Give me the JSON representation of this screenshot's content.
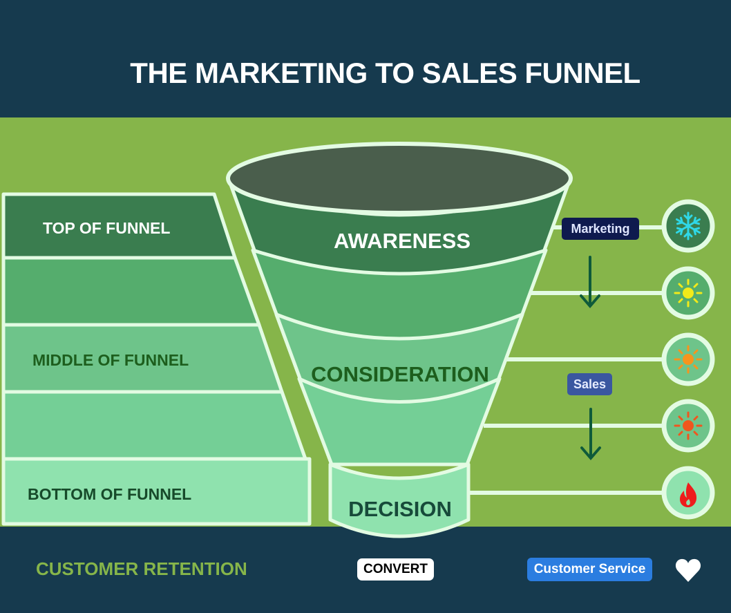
{
  "title": "THE MARKETING TO SALES FUNNEL",
  "left_stages": {
    "top": "TOP OF FUNNEL",
    "middle": "MIDDLE OF FUNNEL",
    "bottom": "BOTTOM OF FUNNEL"
  },
  "funnel": {
    "awareness": "AWARENESS",
    "consideration": "CONSIDERATION",
    "decision": "DECISION"
  },
  "badges": {
    "marketing": "Marketing",
    "sales": "Sales"
  },
  "lead_icons": [
    "snowflake-icon",
    "sun-yellow-icon",
    "sun-orange-icon",
    "sun-red-orange-icon",
    "flame-icon"
  ],
  "footer": {
    "retention": "CUSTOMER RETENTION",
    "convert": "CONVERT",
    "customer_service": "Customer Service",
    "icon": "heart-icon"
  },
  "colors": {
    "navy": "#163a4e",
    "grass": "#86b54a",
    "outline": "#e3fbe3",
    "band1": "#3a7d4f",
    "band2": "#55ad6d",
    "band3": "#6ec48a",
    "band4": "#74cf96",
    "band5": "#8fe2ae"
  }
}
